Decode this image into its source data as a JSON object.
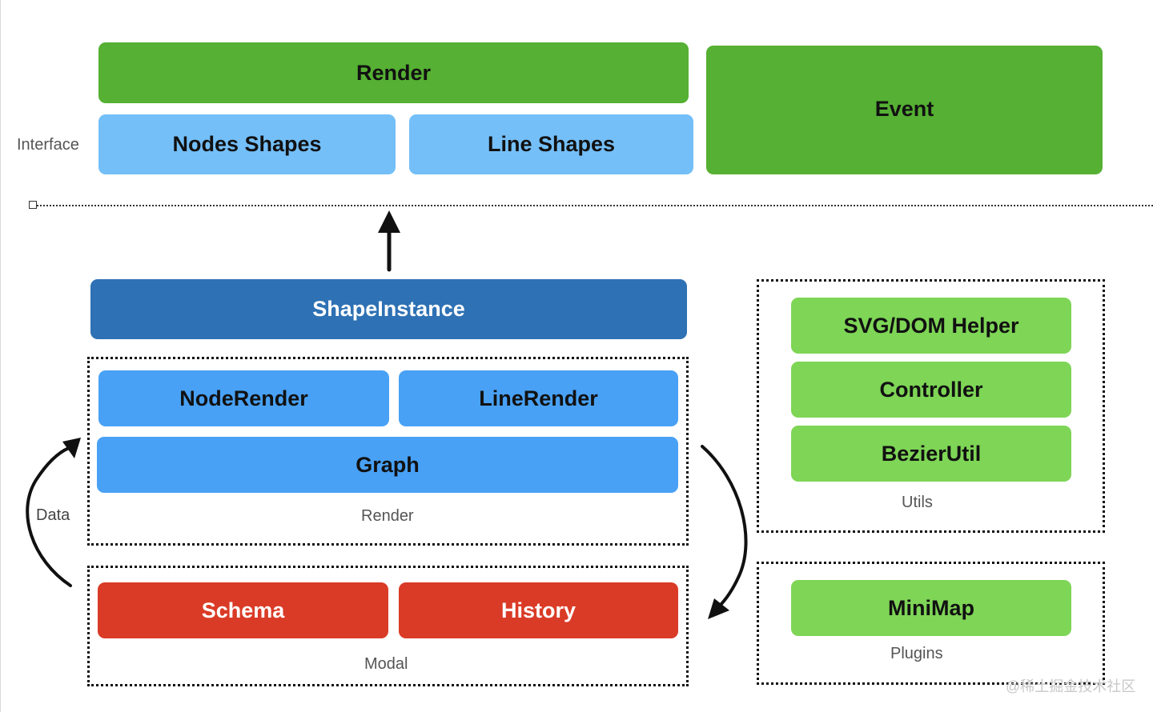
{
  "interface": {
    "label": "Interface",
    "render": "Render",
    "nodes_shapes": "Nodes Shapes",
    "line_shapes": "Line Shapes",
    "event": "Event"
  },
  "shape_instance": "ShapeInstance",
  "render_group": {
    "node_render": "NodeRender",
    "line_render": "LineRender",
    "graph": "Graph",
    "label": "Render"
  },
  "modal_group": {
    "schema": "Schema",
    "history": "History",
    "label": "Modal"
  },
  "utils_group": {
    "svg_dom_helper": "SVG/DOM Helper",
    "controller": "Controller",
    "bezier_util": "BezierUtil",
    "label": "Utils"
  },
  "plugins_group": {
    "minimap": "MiniMap",
    "label": "Plugins"
  },
  "data_label": "Data",
  "watermark": "@稀土掘金技术社区",
  "colors": {
    "green_dark": "#55b033",
    "green_light": "#7ed556",
    "blue_light": "#74bff8",
    "blue_mid": "#48a1f5",
    "blue_dark": "#2e71b4",
    "red": "#da3b26"
  }
}
